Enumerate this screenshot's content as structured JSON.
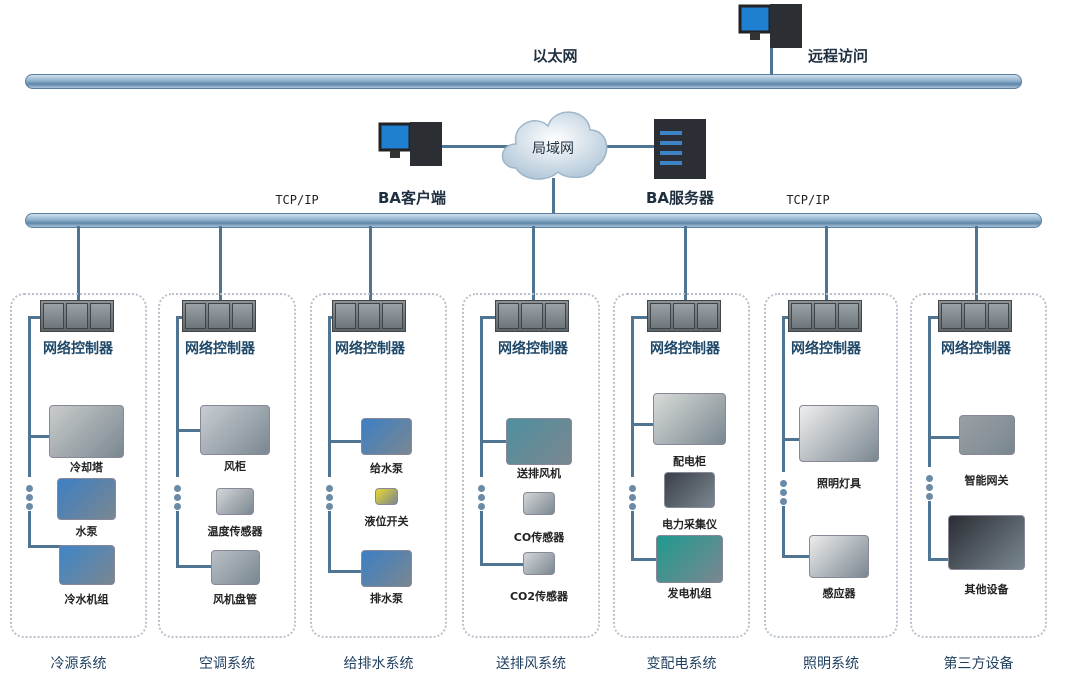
{
  "top": {
    "ethernet_label": "以太网",
    "remote_label": "远程访问",
    "lan_label": "局域网",
    "client_label": "BA客户端",
    "server_label": "BA服务器",
    "tcp_left": "TCP/IP",
    "tcp_right": "TCP/IP"
  },
  "controller_label": "网络控制器",
  "systems": [
    {
      "name": "冷源系统",
      "items": [
        {
          "label": "冷却塔",
          "icon": "cooling-tower-icon",
          "color": "#c9cccc"
        },
        {
          "label": "水泵",
          "icon": "water-pump-icon",
          "color": "#3d7fc4"
        },
        {
          "label": "冷水机组",
          "icon": "chiller-icon",
          "color": "#3f85c8"
        }
      ]
    },
    {
      "name": "空调系统",
      "items": [
        {
          "label": "风柜",
          "icon": "air-handler-icon",
          "color": "#c8cdd2"
        },
        {
          "label": "温度传感器",
          "icon": "temperature-sensor-icon",
          "color": "#d4d6d8"
        },
        {
          "label": "风机盘管",
          "icon": "fan-coil-icon",
          "color": "#b9c0c6"
        }
      ]
    },
    {
      "name": "给排水系统",
      "items": [
        {
          "label": "给水泵",
          "icon": "supply-pump-icon",
          "color": "#3d7fc4"
        },
        {
          "label": "液位开关",
          "icon": "level-switch-icon",
          "color": "#e8d830"
        },
        {
          "label": "排水泵",
          "icon": "drain-pump-icon",
          "color": "#3d7fc4"
        }
      ]
    },
    {
      "name": "送排风系统",
      "items": [
        {
          "label": "送排风机",
          "icon": "ventilation-fan-icon",
          "color": "#4f8f9f"
        },
        {
          "label": "CO传感器",
          "icon": "co-sensor-icon",
          "color": "#d4d6d8"
        },
        {
          "label": "CO2传感器",
          "icon": "co2-sensor-icon",
          "color": "#d4d6d8"
        }
      ]
    },
    {
      "name": "变配电系统",
      "items": [
        {
          "label": "配电柜",
          "icon": "switchgear-cabinet-icon",
          "color": "#d8dbd8"
        },
        {
          "label": "电力采集仪",
          "icon": "power-meter-icon",
          "color": "#3a3f48"
        },
        {
          "label": "发电机组",
          "icon": "generator-icon",
          "color": "#1f9a8f"
        }
      ]
    },
    {
      "name": "照明系统",
      "items": [
        {
          "label": "照明灯具",
          "icon": "light-bulb-icon",
          "color": "#eeeeee"
        },
        {
          "label": "感应器",
          "icon": "motion-sensor-icon",
          "color": "#ececec"
        }
      ]
    },
    {
      "name": "第三方设备",
      "items": [
        {
          "label": "智能网关",
          "icon": "gateway-icon",
          "color": "#9aa0a4"
        },
        {
          "label": "其他设备",
          "icon": "server-rack-icon",
          "color": "#2a2d33"
        }
      ]
    }
  ]
}
